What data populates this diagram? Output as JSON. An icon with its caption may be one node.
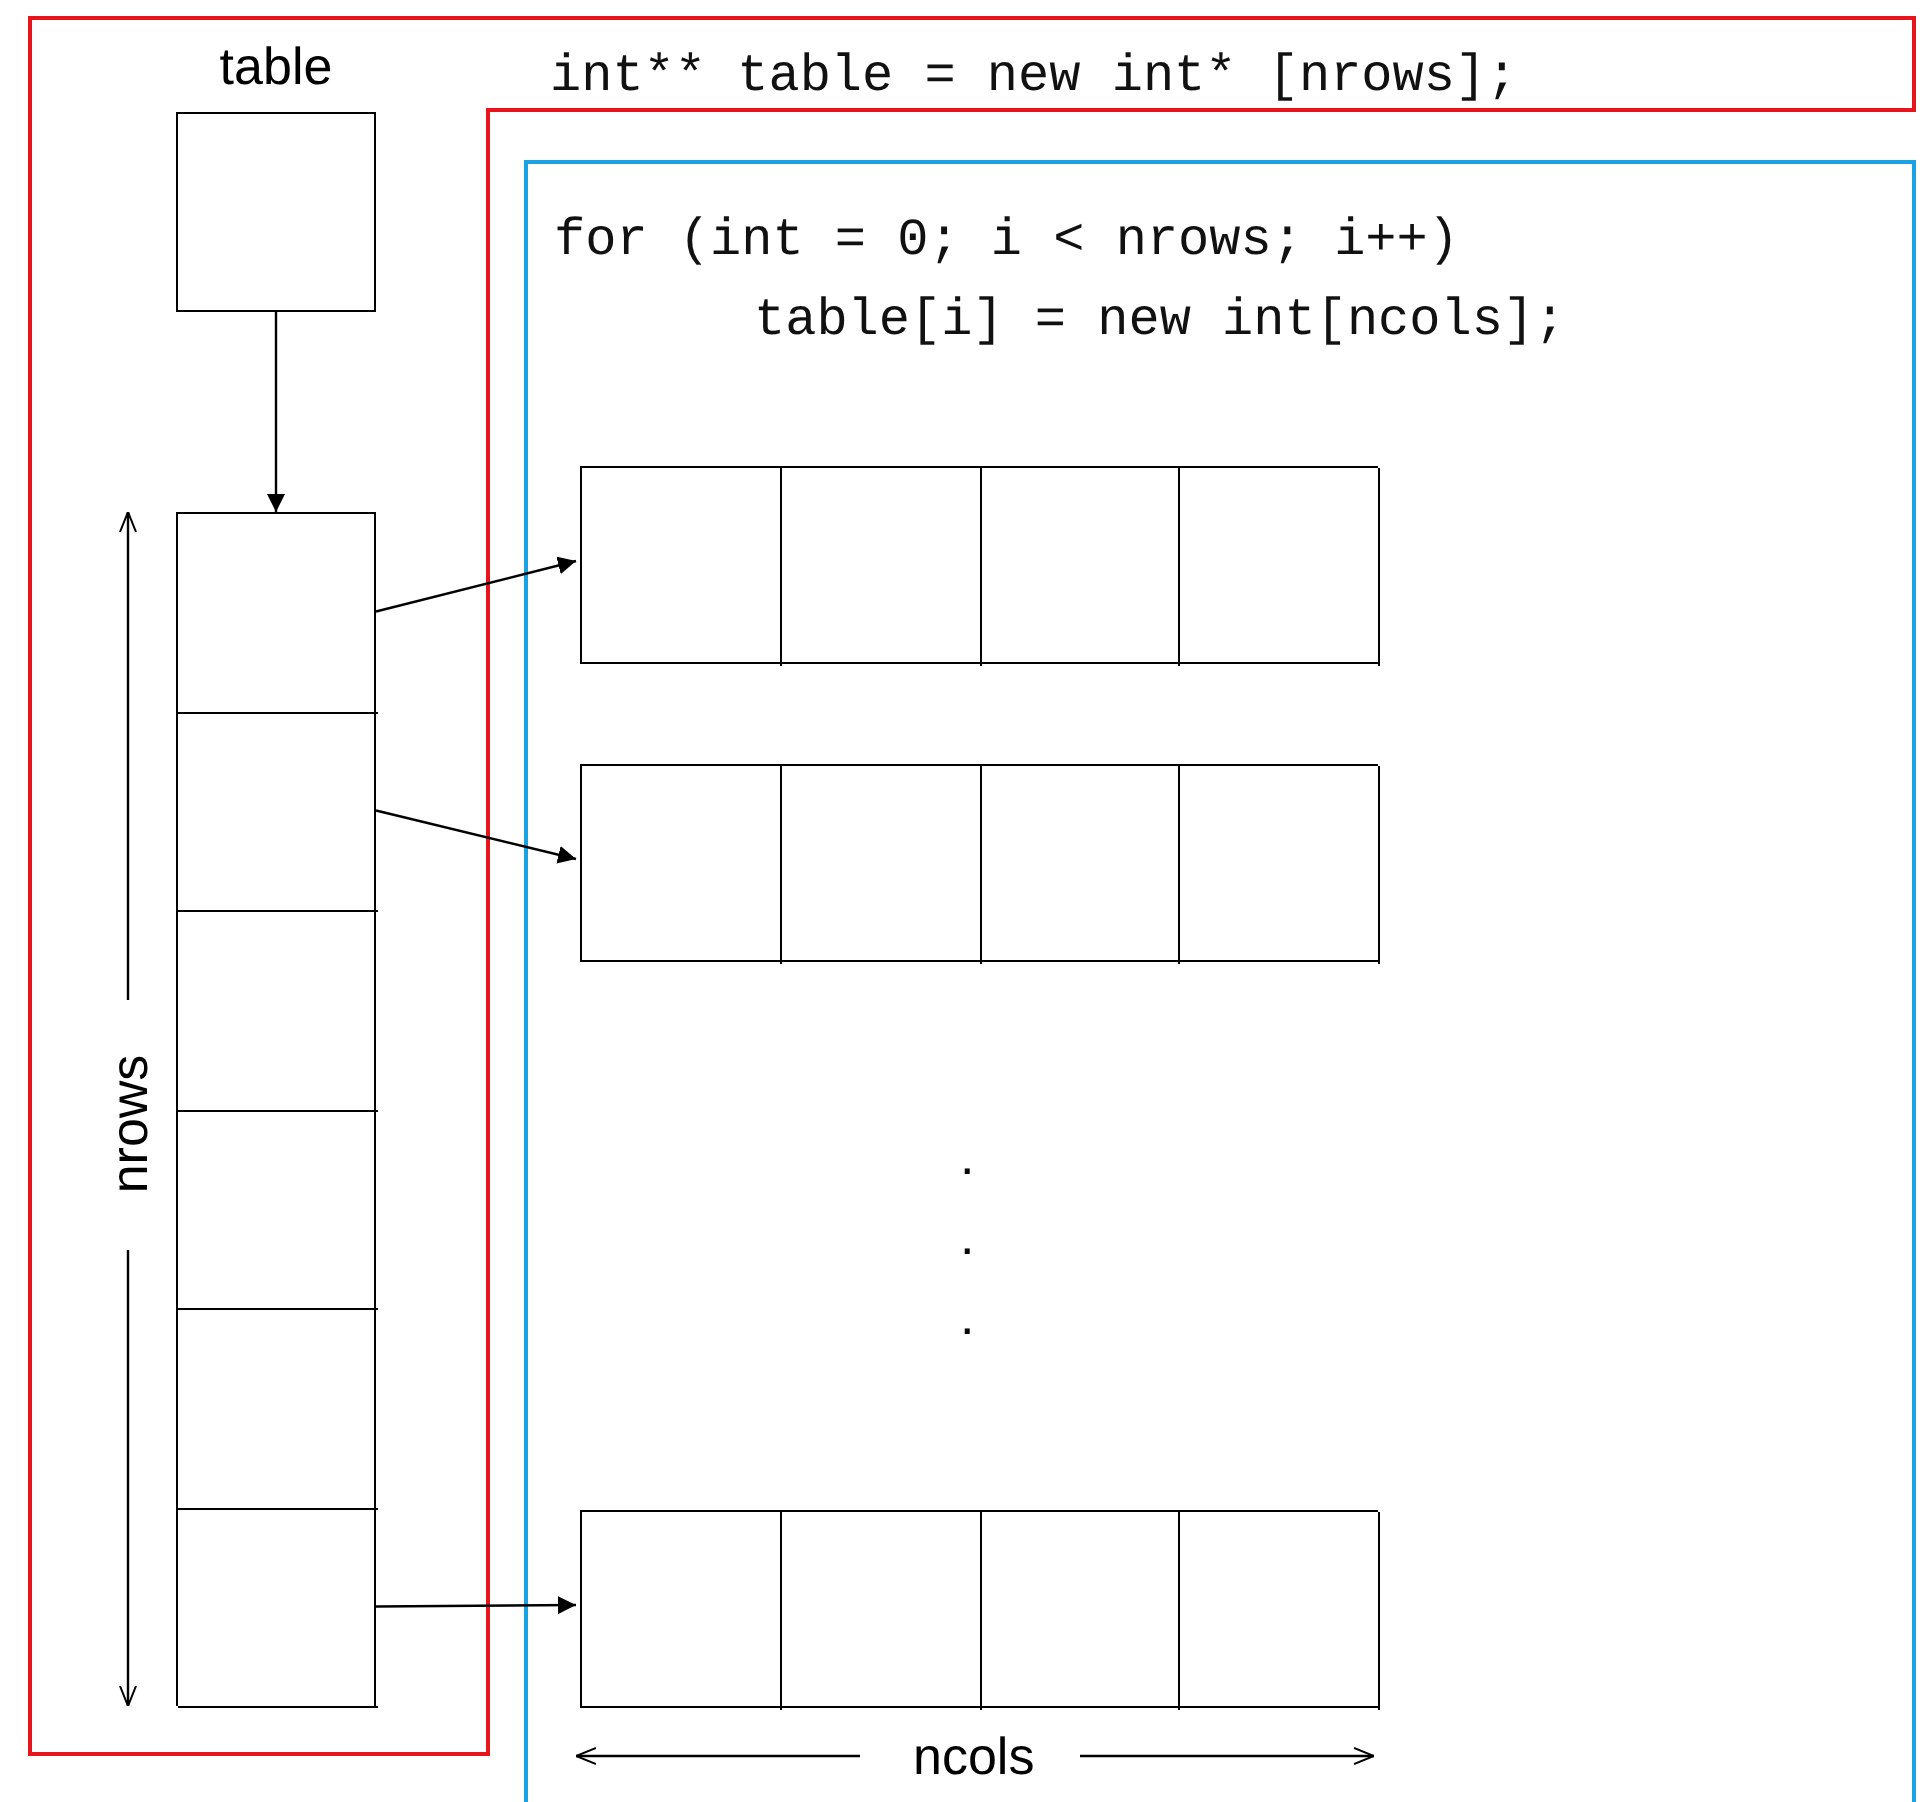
{
  "diagram": {
    "nodes": [
      {
        "text": [
          "int** table = new int* [nrows];"
        ]
      },
      {
        "text": [
          "table"
        ],
        "in": 0
      },
      {
        "text": [],
        "shape": "bar",
        "in": 0
      },
      {
        "text": [],
        "shape": "box",
        "in": 2
      },
      {
        "text": [],
        "shape": "box",
        "in": 2
      },
      {
        "text": [],
        "shape": "box",
        "in": 2
      },
      {
        "text": [],
        "shape": "box",
        "in": 2
      },
      {
        "text": [],
        "shape": "box",
        "in": 2
      },
      {
        "text": [],
        "shape": "box",
        "in": 2
      },
      {
        "text": [
          "for (int = 0; i < nrows; i++) table[i] = new int[ncols];"
        ]
      },
      {
        "text": [],
        "shape": "bar",
        "in": 9
      },
      {
        "text": [],
        "shape": "box",
        "in": 10
      },
      {
        "text": [],
        "shape": "box",
        "in": 10
      },
      {
        "text": [],
        "shape": "box",
        "in": 10
      },
      {
        "text": [],
        "shape": "box",
        "in": 10
      },
      {
        "text": [],
        "shape": "bar",
        "in": 9
      },
      {
        "text": [],
        "shape": "box",
        "in": 15
      },
      {
        "text": [],
        "shape": "box",
        "in": 15
      },
      {
        "text": [],
        "shape": "box",
        "in": 15
      },
      {
        "text": [],
        "shape": "box",
        "in": 15
      },
      {
        "text": [],
        "shape": "bar",
        "in": 9
      },
      {
        "text": [],
        "shape": "box",
        "in": 20
      },
      {
        "text": [],
        "shape": "box",
        "in": 20
      },
      {
        "text": [],
        "shape": "box",
        "in": 20
      },
      {
        "text": [],
        "shape": "box",
        "in": 20
      }
    ],
    "edges": [
      {
        "from": 1,
        "to": 2,
        "arrow": "to"
      },
      {
        "from": 3,
        "to": 10,
        "arrow": "to"
      },
      {
        "from": 4,
        "to": 15,
        "arrow": "to"
      },
      {
        "from": 8,
        "to": 20,
        "arrow": "to"
      }
    ],
    "labels": [
      ".",
      ".",
      ".",
      "nrows",
      "ncols"
    ]
  }
}
